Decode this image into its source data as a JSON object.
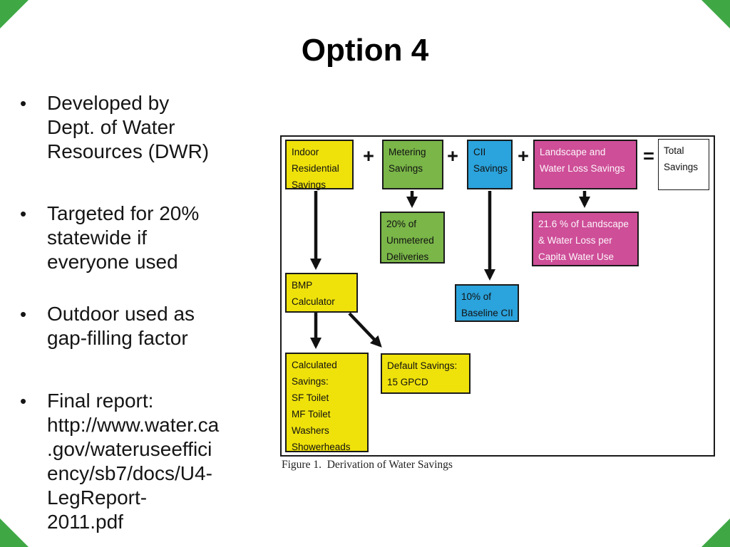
{
  "slide": {
    "title": "Option 4"
  },
  "bullets": {
    "marker": "•",
    "items": [
      {
        "lines": [
          "Developed by",
          "Dept. of Water",
          "Resources (DWR)"
        ]
      },
      {
        "lines": [
          "Targeted for 20%",
          "statewide if",
          "everyone used"
        ]
      },
      {
        "lines": [
          "Outdoor used as",
          "gap-filling factor"
        ]
      },
      {
        "lines": [
          "Final report:",
          "http://www.water.ca",
          ".gov/wateruseeffici",
          "ency/sb7/docs/U4-",
          "LegReport-",
          "2011.pdf"
        ]
      }
    ]
  },
  "figure": {
    "caption": "Figure 1.  Derivation of Water Savings",
    "operators": {
      "plus": "+",
      "equals": "="
    },
    "colors": {
      "yellow": "#EFE20B",
      "green": "#7AB648",
      "blue": "#2BA3DC",
      "pink": "#CE4E98",
      "corner_green": "#3FA845"
    },
    "boxes": {
      "indoor": {
        "lines": [
          "Indoor",
          "Residential",
          "Savings"
        ]
      },
      "metering": {
        "lines": [
          "Metering",
          "Savings"
        ]
      },
      "cii": {
        "lines": [
          "CII",
          "Savings"
        ]
      },
      "landscape": {
        "lines": [
          "Landscape and",
          "Water Loss Savings"
        ]
      },
      "total": {
        "lines": [
          "Total",
          "Savings"
        ]
      },
      "unmetered": {
        "lines": [
          "20% of",
          "Unmetered",
          "Deliveries"
        ]
      },
      "pct_landscape": {
        "lines": [
          "21.6 % of Landscape",
          "& Water Loss per",
          "Capita Water Use"
        ]
      },
      "bmp": {
        "lines": [
          "BMP",
          "Calculator"
        ]
      },
      "baseline_cii": {
        "lines": [
          "10% of",
          "Baseline CII"
        ]
      },
      "calculated": {
        "lines": [
          "Calculated",
          "Savings:",
          "SF Toilet",
          "MF Toilet",
          "Washers",
          "Showerheads"
        ]
      },
      "default": {
        "lines": [
          "Default Savings:",
          "15 GPCD"
        ]
      }
    }
  }
}
